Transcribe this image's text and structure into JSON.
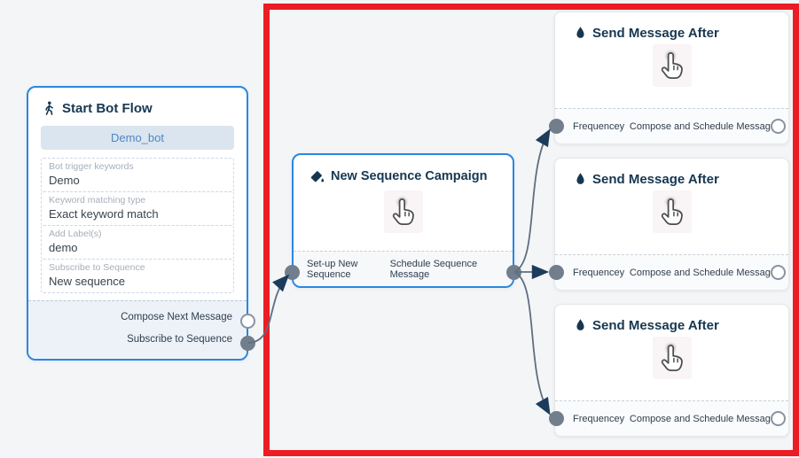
{
  "colors": {
    "background": "#f4f5f7",
    "node_border_blue": "#2b87e0",
    "highlight_red": "#ec1c24",
    "header_navy": "#173751",
    "port_gray": "#727e8c",
    "edge_gray": "#5f6e80"
  },
  "flow": {
    "start_node": {
      "title": "Start Bot Flow",
      "icon": "walking-person",
      "bot_button": "Demo_bot",
      "fields": [
        {
          "label": "Bot trigger keywords",
          "value": "Demo"
        },
        {
          "label": "Keyword matching type",
          "value": "Exact keyword match"
        },
        {
          "label": "Add Label(s)",
          "value": "demo"
        },
        {
          "label": "Subscribe to Sequence",
          "value": "New sequence"
        }
      ],
      "outputs": [
        {
          "label": "Compose Next Message",
          "state": "empty"
        },
        {
          "label": "Subscribe to Sequence",
          "state": "filled"
        }
      ]
    },
    "campaign_node": {
      "title": "New Sequence Campaign",
      "icon": "paint-bucket",
      "cursor_icon": "hand-pointer",
      "input_label": "Set-up New Sequence",
      "output_label": "Schedule Sequence Message"
    },
    "send_node": {
      "title": "Send Message After",
      "icon": "water-drop",
      "cursor_icon": "hand-pointer",
      "input_label": "Frequencey",
      "output_label": "Compose and Schedule Message",
      "count": 3
    }
  }
}
